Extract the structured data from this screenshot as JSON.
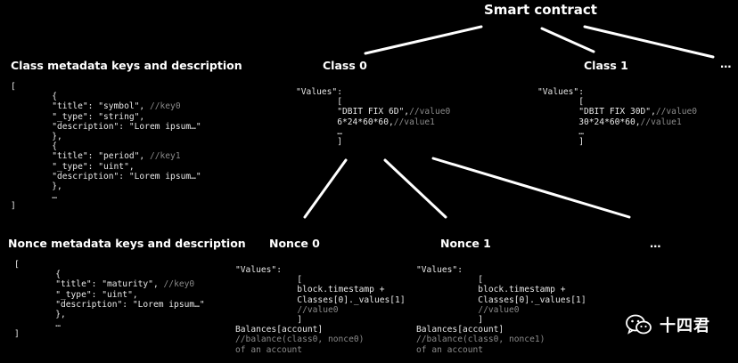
{
  "title": "Smart contract",
  "class_meta": {
    "heading": "Class metadata keys and description",
    "lines": [
      [
        [
          "[",
          ""
        ]
      ],
      [
        [
          "        {",
          ""
        ]
      ],
      [
        [
          "        \"title\": \"symbol\", ",
          ""
        ],
        [
          "//key0",
          "c"
        ]
      ],
      [
        [
          "        \"_type\": \"string\",",
          ""
        ]
      ],
      [
        [
          "        \"description\": \"Lorem ipsum…\"",
          ""
        ]
      ],
      [
        [
          "        },",
          ""
        ]
      ],
      [
        [
          "        {",
          ""
        ]
      ],
      [
        [
          "        \"title\": \"period\", ",
          ""
        ],
        [
          "//key1",
          "c"
        ]
      ],
      [
        [
          "        \"_type\": \"uint\",",
          ""
        ]
      ],
      [
        [
          "        \"description\": \"Lorem ipsum…\"",
          ""
        ]
      ],
      [
        [
          "        },",
          ""
        ]
      ],
      [
        [
          "        …",
          ""
        ]
      ],
      [
        [
          "]",
          ""
        ]
      ]
    ]
  },
  "nonce_meta": {
    "heading": "Nonce metadata keys and description",
    "lines": [
      [
        [
          "[",
          ""
        ]
      ],
      [
        [
          "        {",
          ""
        ]
      ],
      [
        [
          "        \"title\": \"maturity\", ",
          ""
        ],
        [
          "//key0",
          "c"
        ]
      ],
      [
        [
          "        \"_type\": \"uint\",",
          ""
        ]
      ],
      [
        [
          "        \"description\": \"Lorem ipsum…\"",
          ""
        ]
      ],
      [
        [
          "        },",
          ""
        ]
      ],
      [
        [
          "        …",
          ""
        ]
      ],
      [
        [
          "]",
          ""
        ]
      ]
    ]
  },
  "class0": {
    "heading": "Class 0",
    "lines": [
      [
        [
          "\"Values\":",
          ""
        ]
      ],
      [
        [
          "        [",
          ""
        ]
      ],
      [
        [
          "        \"DBIT FIX 6D\",",
          ""
        ],
        [
          "//value0",
          "c"
        ]
      ],
      [
        [
          "        6*24*60*60,",
          ""
        ],
        [
          "//value1",
          "c"
        ]
      ],
      [
        [
          "        …",
          ""
        ]
      ],
      [
        [
          "        ]",
          ""
        ]
      ]
    ]
  },
  "class1": {
    "heading": "Class 1",
    "lines": [
      [
        [
          "\"Values\":",
          ""
        ]
      ],
      [
        [
          "        [",
          ""
        ]
      ],
      [
        [
          "        \"DBIT FIX 30D\",",
          ""
        ],
        [
          "//value0",
          "c"
        ]
      ],
      [
        [
          "        30*24*60*60,",
          ""
        ],
        [
          "//value1",
          "c"
        ]
      ],
      [
        [
          "        …",
          ""
        ]
      ],
      [
        [
          "        ]",
          ""
        ]
      ]
    ]
  },
  "class_more": "…",
  "nonce0": {
    "heading": "Nonce 0",
    "lines": [
      [
        [
          "\"Values\":",
          ""
        ]
      ],
      [
        [
          "            [",
          ""
        ]
      ],
      [
        [
          "            block.timestamp +",
          ""
        ]
      ],
      [
        [
          "            Classes[0]._values[1]",
          ""
        ]
      ],
      [
        [
          "            ",
          ""
        ],
        [
          "//value0",
          "c"
        ]
      ],
      [
        [
          "            ]",
          ""
        ]
      ],
      [
        [
          "Balances[account]",
          ""
        ]
      ],
      [
        [
          "",
          ""
        ],
        [
          "//balance(class0, nonce0)",
          "c"
        ]
      ],
      [
        [
          "",
          ""
        ],
        [
          "of an account",
          "c"
        ]
      ]
    ]
  },
  "nonce1": {
    "heading": "Nonce 1",
    "lines": [
      [
        [
          "\"Values\":",
          ""
        ]
      ],
      [
        [
          "            [",
          ""
        ]
      ],
      [
        [
          "            block.timestamp +",
          ""
        ]
      ],
      [
        [
          "            Classes[0]._values[1]",
          ""
        ]
      ],
      [
        [
          "            ",
          ""
        ],
        [
          "//value0",
          "c"
        ]
      ],
      [
        [
          "            ]",
          ""
        ]
      ],
      [
        [
          "Balances[account]",
          ""
        ]
      ],
      [
        [
          "",
          ""
        ],
        [
          "//balance(class0, nonce1)",
          "c"
        ]
      ],
      [
        [
          "",
          ""
        ],
        [
          "of an account",
          "c"
        ]
      ]
    ]
  },
  "nonce_more": "…",
  "watermark": "十四君",
  "colors": {
    "background": "#000000",
    "text": "#ffffff",
    "comment": "#8a8a8a",
    "line": "#ffffff"
  }
}
